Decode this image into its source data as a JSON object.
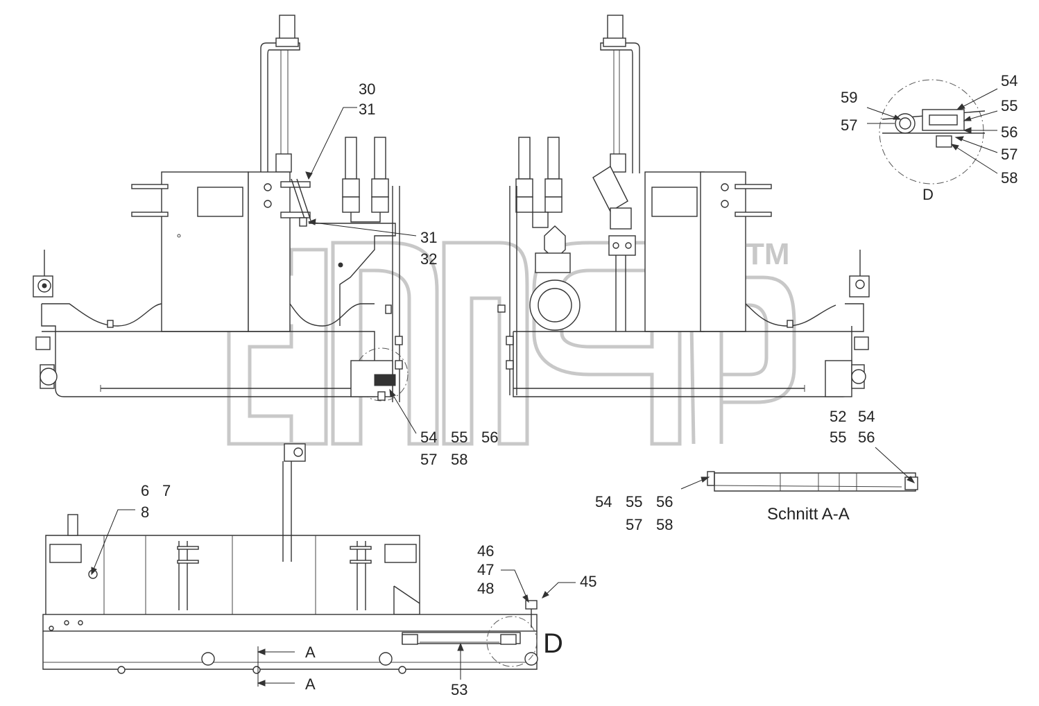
{
  "watermark": {
    "trademark": "TM"
  },
  "labels": {
    "l30": "30",
    "l31a": "31",
    "l31b": "31",
    "l32": "32",
    "c54": "54",
    "c55": "55",
    "c56": "56",
    "c57": "57",
    "c58": "58",
    "d59": "59",
    "d57a": "57",
    "d54": "54",
    "d55": "55",
    "d56": "56",
    "d57b": "57",
    "d58": "58",
    "d_caption": "D",
    "s52": "52",
    "s54a": "54",
    "s55a": "55",
    "s56a": "56",
    "s54b": "54",
    "s55b": "55",
    "s56b": "56",
    "s57": "57",
    "s58": "58",
    "section_caption": "Schnitt A-A",
    "b6": "6",
    "b7": "7",
    "b8": "8",
    "b46": "46",
    "b47": "47",
    "b48": "48",
    "b45": "45",
    "b_d": "D",
    "b53": "53",
    "a_top": "A",
    "a_bottom": "A"
  },
  "colors": {
    "line": "#333333",
    "watermark": "#c8c8c8",
    "text": "#222222"
  }
}
